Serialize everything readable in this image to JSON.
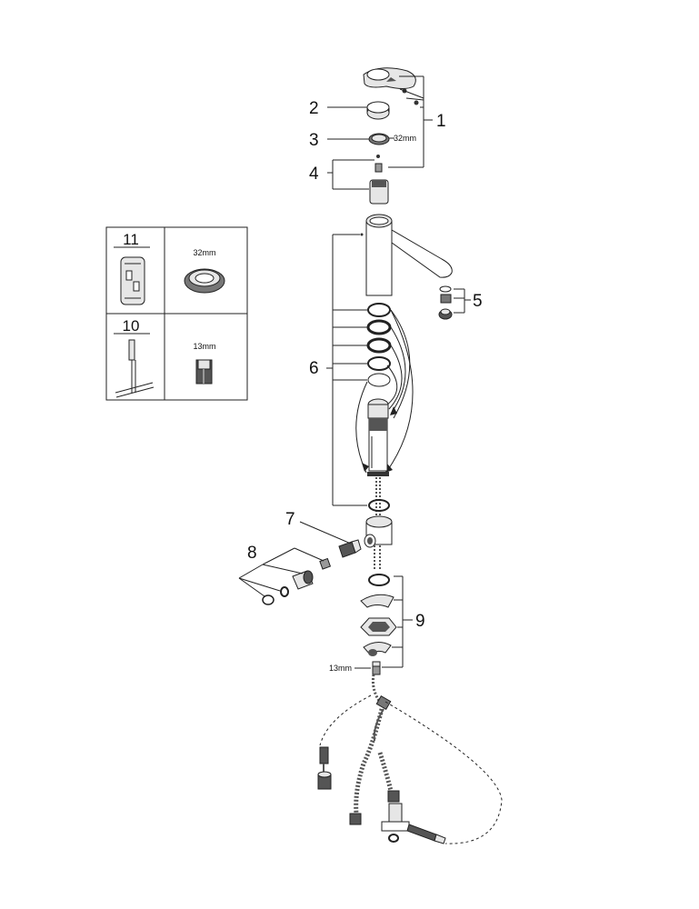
{
  "callouts": {
    "c1": "1",
    "c2": "2",
    "c3": "3",
    "c4": "4",
    "c5": "5",
    "c6": "6",
    "c7": "7",
    "c8": "8",
    "c9": "9"
  },
  "dimensions": {
    "ring_size": "32mm",
    "nut_size": "13mm"
  },
  "tool_box": {
    "tool11": {
      "number": "11",
      "size_label": "32mm"
    },
    "tool10": {
      "number": "10",
      "size_label": "13mm"
    }
  },
  "colors": {
    "line": "#222222",
    "part_fill": "#e6e6e6",
    "dark_fill": "#555555"
  }
}
